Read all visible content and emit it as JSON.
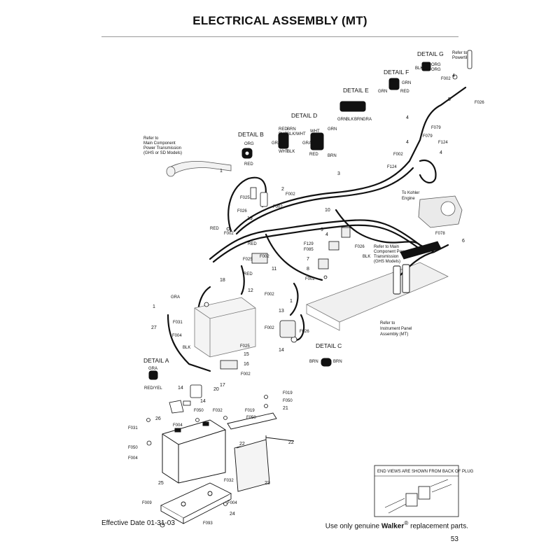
{
  "page": {
    "title": "ELECTRICAL ASSEMBLY (MT)",
    "effective_date": "Effective Date 01-31-03",
    "footer_pre": "Use only genuine ",
    "footer_brand": "Walker",
    "footer_reg": "®",
    "footer_post": " replacement parts.",
    "page_number": "53"
  },
  "details": {
    "a": {
      "title": "DETAIL A",
      "c1": "GRA",
      "c2": "RED/YEL"
    },
    "b": {
      "title": "DETAIL B",
      "c1": "ORG",
      "c2": "RED"
    },
    "c": {
      "title": "DETAIL C",
      "c1": "BRN",
      "c2": "BRN"
    },
    "d": {
      "title": "DETAIL D",
      "c1": "RED",
      "c2": "BRN",
      "c3": "PUR",
      "c4": "BLK/WHT",
      "c5": "GRA",
      "c6": "WHT",
      "c7": "BLK",
      "c8": "WHT",
      "c9": "GRN",
      "c10": "GRA",
      "c11": "RED",
      "c12": "BRN"
    },
    "e": {
      "title": "DETAIL E",
      "c1": "GRN",
      "c2": "BLK",
      "c3": "BRN",
      "c4": "GRA"
    },
    "f": {
      "title": "DETAIL F",
      "c1": "WHT",
      "c2": "GRN",
      "c3": "GRN",
      "c4": "RED"
    },
    "g": {
      "title": "DETAIL G",
      "ref1": "Refer to",
      "ref2": "Powertil",
      "c1": "BLK",
      "c2": "ORG",
      "c3": "ORG"
    }
  },
  "notes": {
    "mc1": "Refer to",
    "mc2": "Main Component",
    "mc3": "Power Transmission",
    "mc4": "(GHS or SD Models)",
    "k1": "To Kohler",
    "k2": "Engine",
    "m1": "Refer to Main",
    "m2": "Component Power",
    "m3": "Transmission",
    "m4": "(GHS Models)",
    "ip1": "Refer to",
    "ip2": "Instrument Panel",
    "ip3": "Assembly (MT)",
    "end_views": "END VIEWS ARE SHOWN FROM BACK OF PLUG"
  },
  "labels": {
    "n1a": "1",
    "n1b": "1",
    "n1c": "1",
    "n2": "2",
    "n3": "3",
    "n4a": "4",
    "n4b": "4",
    "n4c": "4",
    "n4d": "4",
    "n4e": "4",
    "n5": "5",
    "n6": "6",
    "n7": "7",
    "n8": "8",
    "n9": "9",
    "n10": "10",
    "n11": "11",
    "n12": "12",
    "n13": "13",
    "n14a": "14",
    "n14b": "14",
    "n14c": "14",
    "n15": "15",
    "n16": "16",
    "n17": "17",
    "n18": "18",
    "n19": "19",
    "n20": "20",
    "n21": "21",
    "n22a": "22",
    "n22b": "22",
    "n23": "23",
    "n24": "24",
    "n25": "25",
    "n26": "26",
    "n27": "27",
    "f002a": "F002",
    "f002b": "F002",
    "f002c": "F002",
    "f002d": "F002",
    "f002e": "F002",
    "f002f": "F002",
    "f002g": "F002",
    "f002h": "F002",
    "f002i": "F002",
    "f002j": "F002",
    "f025a": "F025",
    "f025b": "F025",
    "f025c": "F025",
    "f026a": "F026",
    "f026b": "F026",
    "f026c": "F026",
    "f026d": "F026",
    "f031a": "F031",
    "f031b": "F031",
    "f032a": "F032",
    "f032b": "F032",
    "f050a": "F050",
    "f050b": "F050",
    "f050c": "F050",
    "f050d": "F050",
    "f019a": "F019",
    "f019b": "F019",
    "f004a": "F004",
    "f004b": "F004",
    "f004c": "F004",
    "f004d": "F004",
    "f009": "F009",
    "f093": "F093",
    "f078": "F078",
    "f079a": "F079",
    "f079b": "F079",
    "f124a": "F124",
    "f124b": "F124",
    "f129": "F129",
    "f085": "F085",
    "red1": "RED",
    "red2": "RED",
    "red3": "RED",
    "blk1": "BLK",
    "blk2": "BLK",
    "gra1": "GRA"
  },
  "colors": {
    "line": "#111111",
    "rule": "#9a9a9a",
    "shade": "#d9d9d9"
  }
}
